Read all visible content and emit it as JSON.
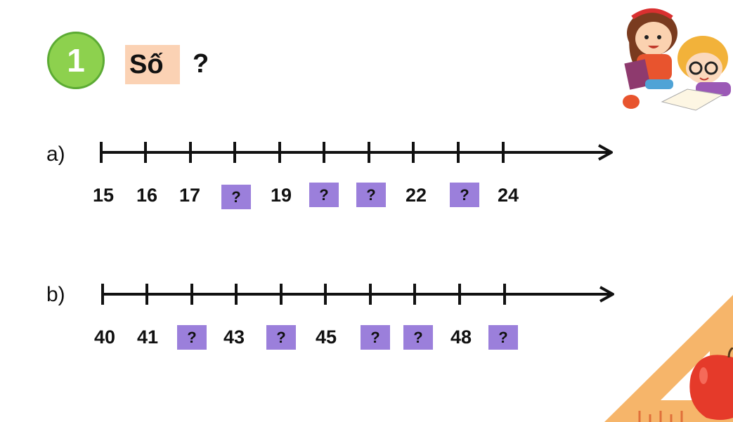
{
  "exercise": {
    "number": "1",
    "title": "Số",
    "question_mark": "?"
  },
  "parts": [
    {
      "label": "a)",
      "items": [
        {
          "text": "15",
          "blank": false
        },
        {
          "text": "16",
          "blank": false
        },
        {
          "text": "17",
          "blank": false
        },
        {
          "text": "?",
          "blank": true
        },
        {
          "text": "19",
          "blank": false
        },
        {
          "text": "?",
          "blank": true
        },
        {
          "text": "?",
          "blank": true
        },
        {
          "text": "22",
          "blank": false
        },
        {
          "text": "?",
          "blank": true
        },
        {
          "text": "24",
          "blank": false
        }
      ]
    },
    {
      "label": "b)",
      "items": [
        {
          "text": "40",
          "blank": false
        },
        {
          "text": "41",
          "blank": false
        },
        {
          "text": "?",
          "blank": true
        },
        {
          "text": "43",
          "blank": false
        },
        {
          "text": "?",
          "blank": true
        },
        {
          "text": "45",
          "blank": false
        },
        {
          "text": "?",
          "blank": true
        },
        {
          "text": "?",
          "blank": true
        },
        {
          "text": "48",
          "blank": false
        },
        {
          "text": "?",
          "blank": true
        }
      ]
    }
  ],
  "colors": {
    "badge": "#8dd14e",
    "title_box": "#fbd2b4",
    "blank_box": "#9b7fdb",
    "ruler": "#f5b060",
    "apple": "#e53a2a"
  }
}
